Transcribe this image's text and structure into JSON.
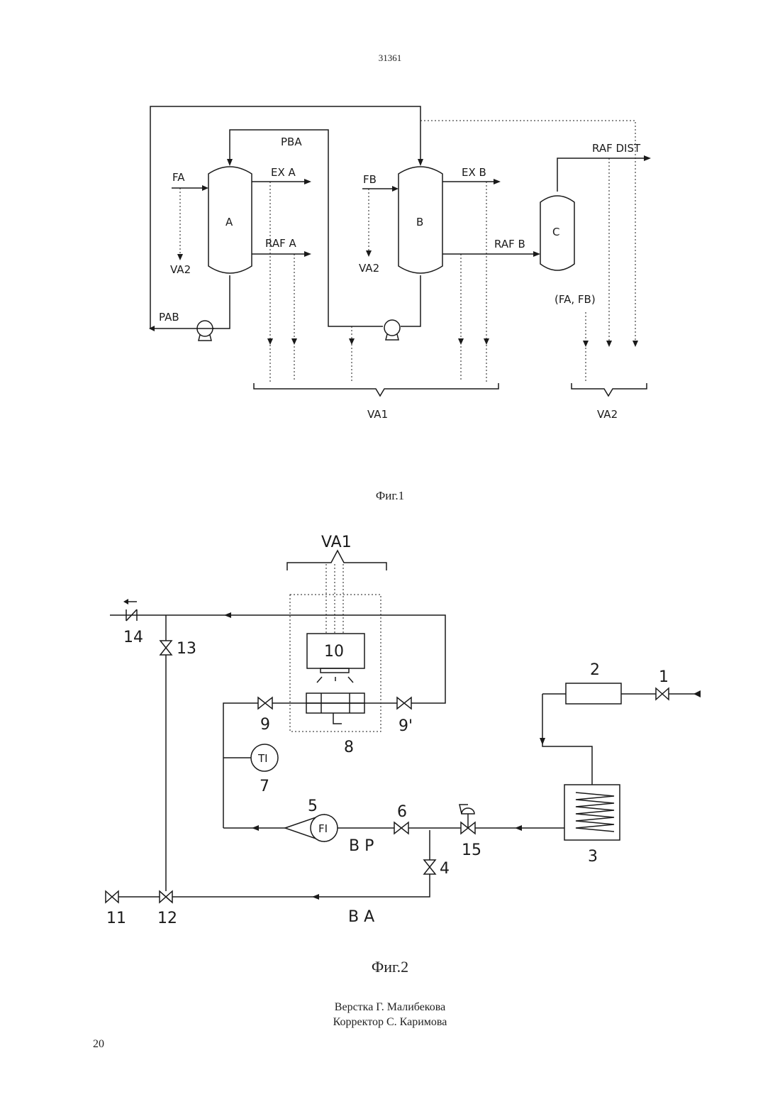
{
  "doc_number": "31361",
  "fig1": {
    "caption": "Фиг.1",
    "vessels": {
      "a": "A",
      "b": "B",
      "c": "C"
    },
    "streams": {
      "pba": "PBA",
      "fa": "FA",
      "fb": "FB",
      "ex_a": "EX A",
      "ex_b": "EX B",
      "raf_a": "RAF A",
      "raf_b": "RAF B",
      "raf_dist": "RAF DIST",
      "pab": "PAB",
      "va2_left": "VA2",
      "va2_mid": "VA2",
      "fa_fb": "(FA, FB)",
      "va1": "VA1",
      "va2_right": "VA2"
    }
  },
  "fig2": {
    "caption": "Фиг.2",
    "va1": "VA1",
    "labels": {
      "n1": "1",
      "n2": "2",
      "n3": "3",
      "n4": "4",
      "n5": "5",
      "n6": "6",
      "n7": "7",
      "n8": "8",
      "n9": "9",
      "n9p": "9'",
      "n10": "10",
      "n11": "11",
      "n12": "12",
      "n13": "13",
      "n14": "14",
      "n15": "15",
      "fi": "FI",
      "ti": "TI",
      "bp": "B P",
      "ba": "B A"
    }
  },
  "credits": {
    "layout": "Верстка Г. Малибекова",
    "corrector": "Корректор С. Каримова"
  },
  "page_number": "20"
}
